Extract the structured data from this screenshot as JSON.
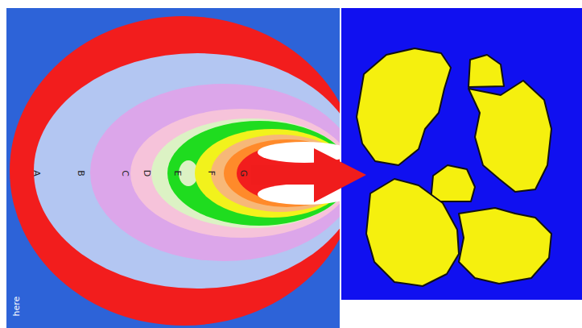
{
  "diagram": {
    "labels": [
      "A",
      "B",
      "C",
      "D",
      "E",
      "F",
      "G",
      "here"
    ]
  }
}
